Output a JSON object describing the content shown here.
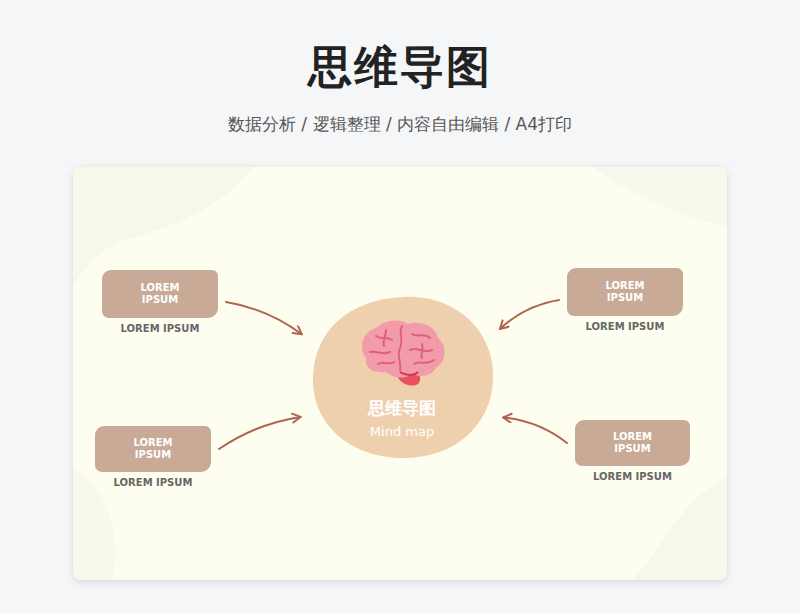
{
  "diagram": {
    "title": "思维导图",
    "caption": "数据分析 / 逻辑整理 / 内容自由编辑 / A4打印",
    "nodes": [
      {
        "text": [
          "LOREM IPSUM",
          "LOREM IPSUM"
        ]
      },
      {
        "text": [
          "LOREM IPSUM",
          "LOREM IPSUM"
        ]
      },
      {
        "text": [
          "思维导图",
          "Mind map"
        ]
      },
      {
        "text": [
          "LOREM IPSUM",
          "LOREM IPSUM"
        ]
      },
      {
        "text": [
          "LOREM IPSUM",
          "LOREM IPSUM"
        ]
      }
    ],
    "edges": [
      {
        "from": 0,
        "to": 2,
        "arrow": "to"
      },
      {
        "from": 1,
        "to": 2,
        "arrow": "to"
      },
      {
        "from": 3,
        "to": 2,
        "arrow": "to"
      },
      {
        "from": 4,
        "to": 2,
        "arrow": "to"
      }
    ]
  }
}
